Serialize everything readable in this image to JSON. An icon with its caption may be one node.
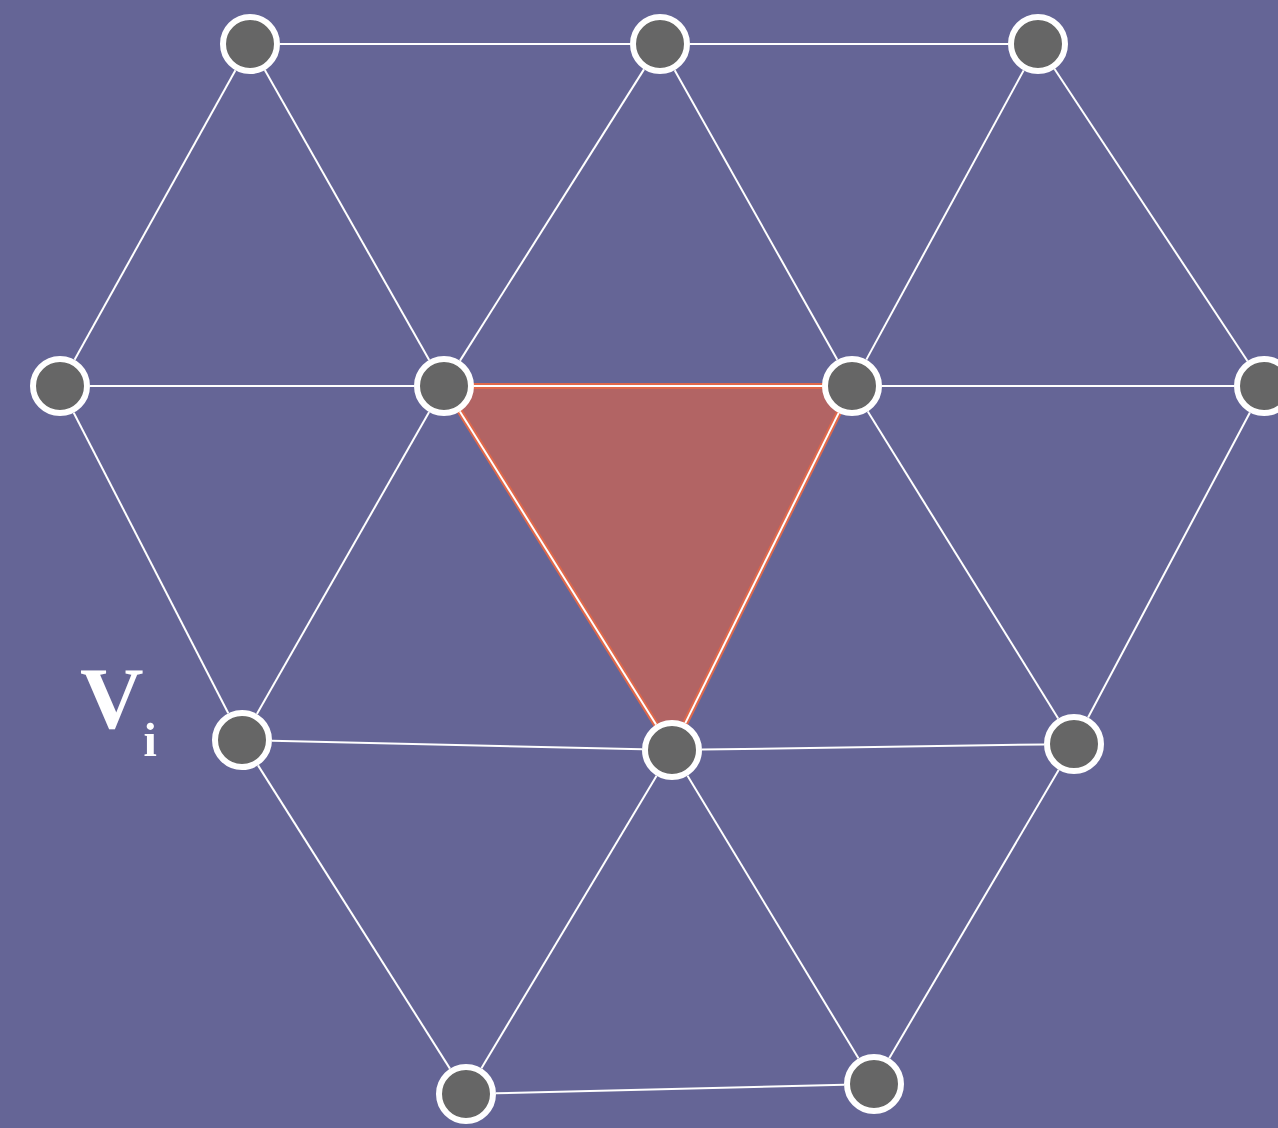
{
  "diagram": {
    "nodes": [
      {
        "text": [],
        "shape": "circle"
      },
      {
        "text": [],
        "shape": "circle"
      },
      {
        "text": [],
        "shape": "circle"
      },
      {
        "text": [],
        "shape": "circle"
      },
      {
        "text": [],
        "shape": "circle"
      },
      {
        "text": [],
        "shape": "circle"
      },
      {
        "text": [],
        "shape": "circle"
      },
      {
        "text": [],
        "shape": "circle"
      },
      {
        "text": [],
        "shape": "circle"
      },
      {
        "text": [],
        "shape": "circle"
      },
      {
        "text": [],
        "shape": "circle"
      },
      {
        "text": [],
        "shape": "circle"
      }
    ],
    "edges": [
      {
        "from": 0,
        "to": 1,
        "arrow": "none"
      },
      {
        "from": 1,
        "to": 2,
        "arrow": "none"
      },
      {
        "from": 0,
        "to": 3,
        "arrow": "none"
      },
      {
        "from": 0,
        "to": 4,
        "arrow": "none"
      },
      {
        "from": 1,
        "to": 4,
        "arrow": "none"
      },
      {
        "from": 1,
        "to": 5,
        "arrow": "none"
      },
      {
        "from": 2,
        "to": 5,
        "arrow": "none"
      },
      {
        "from": 2,
        "to": 6,
        "arrow": "none"
      },
      {
        "from": 3,
        "to": 4,
        "arrow": "none"
      },
      {
        "from": 4,
        "to": 5,
        "arrow": "none"
      },
      {
        "from": 5,
        "to": 6,
        "arrow": "none"
      },
      {
        "from": 3,
        "to": 7,
        "arrow": "none"
      },
      {
        "from": 4,
        "to": 7,
        "arrow": "none"
      },
      {
        "from": 4,
        "to": 8,
        "arrow": "none"
      },
      {
        "from": 5,
        "to": 8,
        "arrow": "none"
      },
      {
        "from": 5,
        "to": 9,
        "arrow": "none"
      },
      {
        "from": 6,
        "to": 9,
        "arrow": "none"
      },
      {
        "from": 7,
        "to": 8,
        "arrow": "none"
      },
      {
        "from": 8,
        "to": 9,
        "arrow": "none"
      },
      {
        "from": 7,
        "to": 10,
        "arrow": "none"
      },
      {
        "from": 8,
        "to": 10,
        "arrow": "none"
      },
      {
        "from": 8,
        "to": 11,
        "arrow": "none"
      },
      {
        "from": 9,
        "to": 11,
        "arrow": "none"
      },
      {
        "from": 10,
        "to": 11,
        "arrow": "none"
      }
    ],
    "labels": [
      "V$_{i}$"
    ]
  }
}
